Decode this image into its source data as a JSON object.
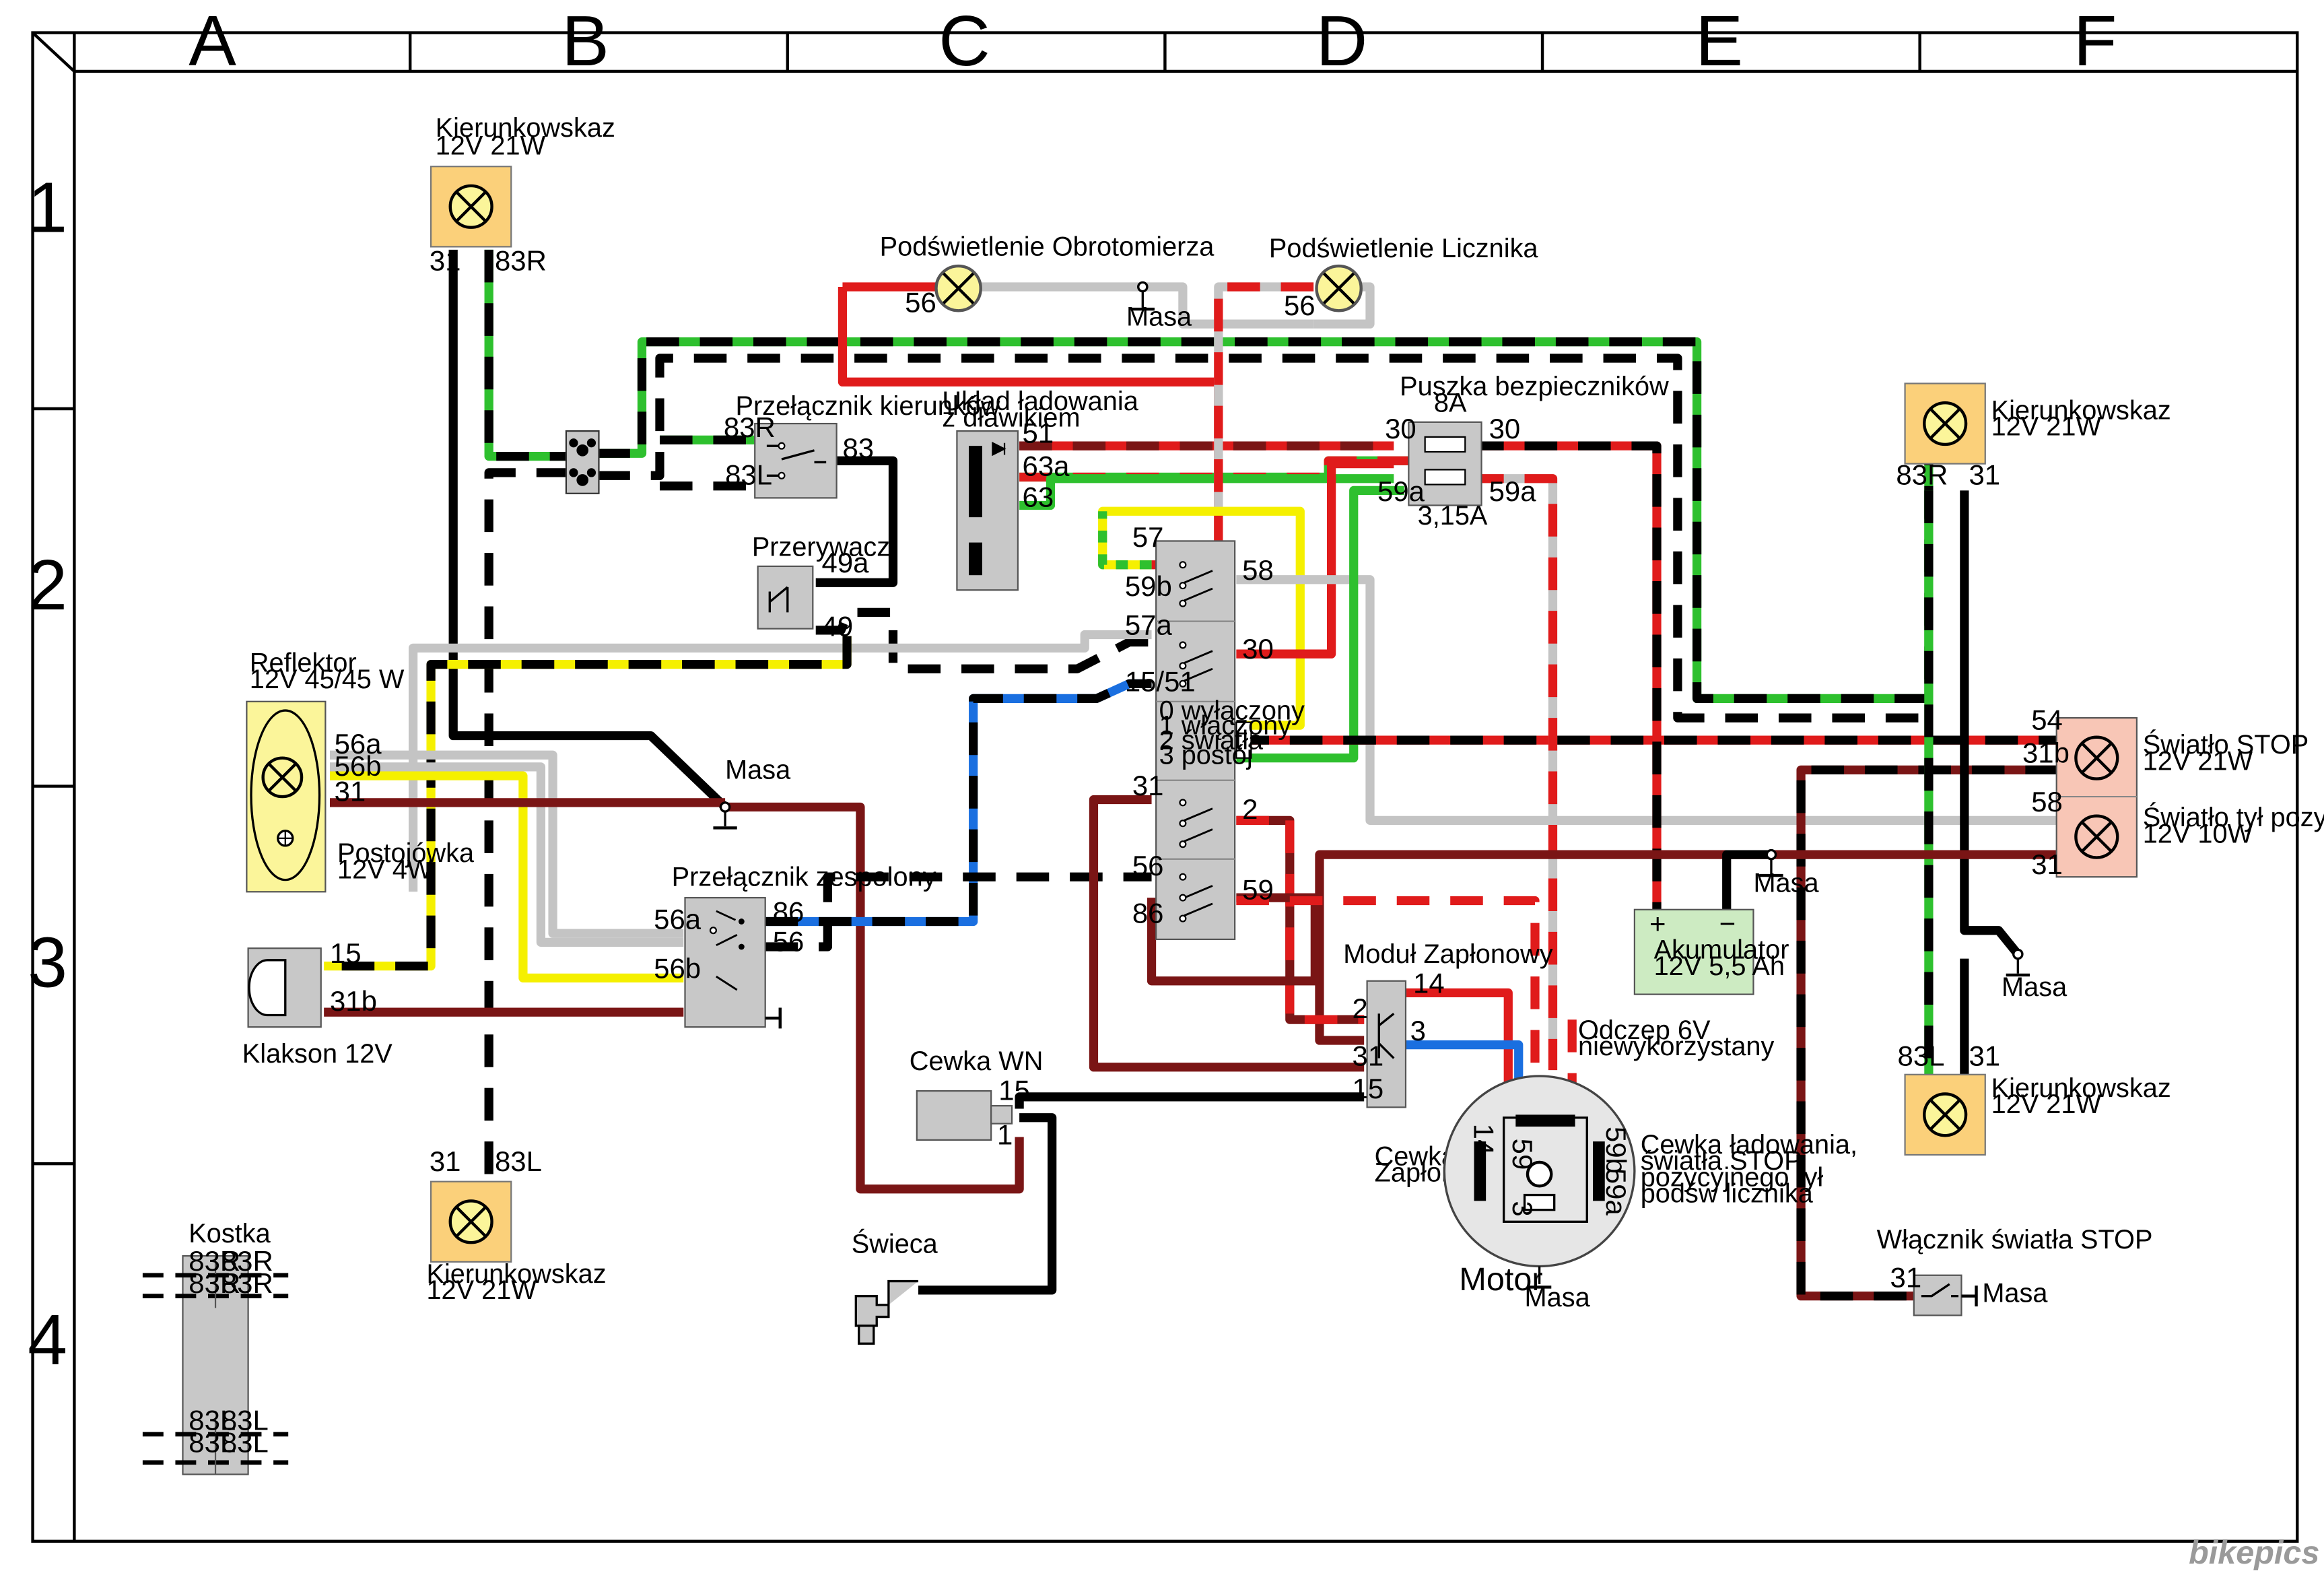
{
  "colors": {
    "red": "#e01b1b",
    "dark_red": "#7a1515",
    "black": "#000000",
    "green": "#2ec02e",
    "yellow": "#f5f000",
    "blue": "#1a6fe0",
    "grey": "#c4c4c4",
    "lamp_orange": "#fbd07a",
    "lamp_yellow": "#fbf59a",
    "box_grey": "#c8c8c8",
    "battery_green": "#cdebc2",
    "rear_lamp_pink": "#f8c6b6"
  },
  "grid": {
    "columns": [
      "A",
      "B",
      "C",
      "D",
      "E",
      "F"
    ],
    "rows": [
      "1",
      "2",
      "3",
      "4"
    ]
  },
  "components": {
    "turn_fr": {
      "title": "Kierunkowskaz",
      "spec": "12V 21W",
      "pin_a": "31",
      "pin_b": "83R"
    },
    "turn_rr": {
      "title": "Kierunkowskaz",
      "spec": "12V 21W",
      "pin_a": "83R",
      "pin_b": "31"
    },
    "turn_fl": {
      "title": "Kierunkowskaz",
      "spec": "12V 21W",
      "pin_a": "31",
      "pin_b": "83L"
    },
    "turn_rl": {
      "title": "Kierunkowskaz",
      "spec": "12V 21W",
      "pin_a": "83L",
      "pin_b": "31"
    },
    "tacho_light": {
      "title": "Podświetlenie Obrotomierza",
      "pin": "56"
    },
    "speedo_light": {
      "title": "Podświetlenie Licznika",
      "pin": "56"
    },
    "ground_labels": {
      "masa": "Masa"
    },
    "turn_switch": {
      "title": "Przełącznik kierunków",
      "pin_83r": "83R",
      "pin_83l": "83L",
      "pin_83": "83"
    },
    "charging": {
      "title_line1": "Układ ładowania",
      "title_line2": "z dławikiem",
      "pin_51": "51",
      "pin_63a": "63a",
      "pin_63": "63"
    },
    "fuse_box": {
      "title": "Puszka bezpieczników",
      "fuse1": "8A",
      "fuse2": "3,15A",
      "pin_30a": "30",
      "pin_30b": "30",
      "pin_59a_1": "59a",
      "pin_59a_2": "59a"
    },
    "interrupter": {
      "title": "Przerywacz",
      "pin_49a": "49a",
      "pin_49": "49"
    },
    "ignition_switch": {
      "pin_57": "57",
      "pin_58": "58",
      "pin_59b": "59b",
      "pin_57a": "57a",
      "pin_30": "30",
      "pin_15_51": "15/51",
      "pos0": "0 wyłączony",
      "pos1": "1 włączony",
      "pos2": "2 światła",
      "pos3": "3 postój",
      "pin_31": "31",
      "pin_2": "2",
      "pin_56": "56",
      "pin_86": "86",
      "pin_59": "59"
    },
    "headlight": {
      "title": "Reflektor",
      "spec": "12V 45/45 W",
      "pin_56a": "56a",
      "pin_56b": "56b",
      "pin_31": "31",
      "park_title": "Postojówka",
      "park_spec": "12V 4W"
    },
    "horn": {
      "title": "Klakson 12V",
      "pin_15": "15",
      "pin_31b": "31b"
    },
    "combo_switch": {
      "title": "Przełącznik zespolony",
      "pin_56a": "56a",
      "pin_56b": "56b",
      "pin_86": "86",
      "pin_56": "56"
    },
    "stop_light": {
      "title": "Światło STOP",
      "spec": "12V 21W",
      "pin_54": "54",
      "pin_31b": "31b"
    },
    "tail_light": {
      "title": "Światło tył pozycyjne",
      "spec": "12V 10W",
      "pin_58": "58",
      "pin_31": "31"
    },
    "battery": {
      "title": "Akumulator",
      "spec": "12V 5,5 Ah",
      "plus": "+",
      "minus": "−"
    },
    "ignition_module": {
      "title": "Moduł Zapłonowy",
      "pin_14": "14",
      "pin_2": "2",
      "pin_3": "3",
      "pin_31": "31",
      "pin_15": "15"
    },
    "tap_6v": {
      "line1": "Odczep 6V",
      "line2": "niewykorzystany"
    },
    "hv_coil": {
      "title": "Cewka WN",
      "pin_15": "15",
      "pin_1": "1"
    },
    "spark_plug": {
      "title": "Świeca"
    },
    "ignition_coil": {
      "line1": "Cewka",
      "line2": "Zapłonu"
    },
    "motor": {
      "title": "Motor",
      "pin_14": "14",
      "pin_59": "59",
      "pin_59b": "59b",
      "pin_59a": "59a",
      "pin_3": "3"
    },
    "charge_coil": {
      "line1": "Cewka ładowania,",
      "line2": "światła STOP,",
      "line3": "pozycyjnego tył",
      "line4": "podśw licznika"
    },
    "stop_switch": {
      "title": "Włącznik światła STOP",
      "pin_31": "31"
    },
    "connector": {
      "title": "Kostka",
      "r1": "83R",
      "r2": "83R",
      "r3": "83R",
      "r4": "83R",
      "l1": "83L",
      "l2": "83L",
      "l3": "83L",
      "l4": "83L"
    }
  },
  "watermark": "bikepics"
}
